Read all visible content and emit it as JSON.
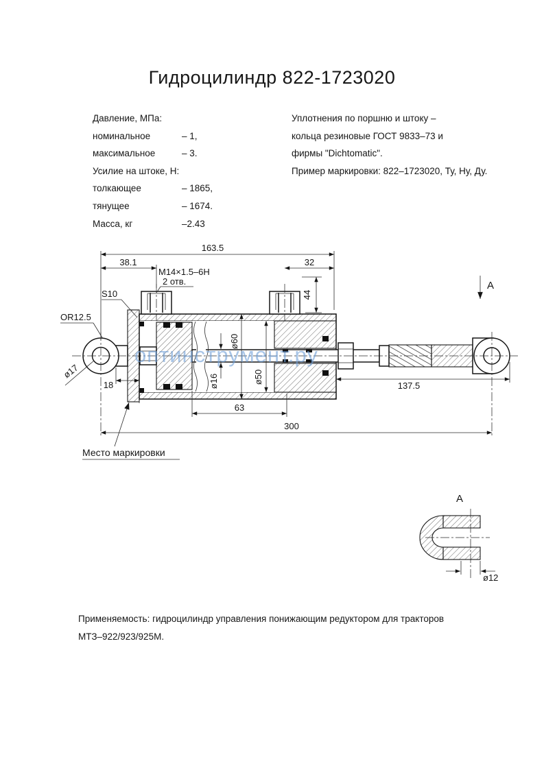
{
  "title": "Гидроцилиндр 822-1723020",
  "specs": {
    "pressure_header": "Давление, МПа:",
    "nominal_label": "номинальное",
    "nominal_value": "– 1,",
    "max_label": "максимальное",
    "max_value": "– 3.",
    "force_header": "Усилие на штоке, Н:",
    "push_label": "толкающее",
    "push_value": "– 1865,",
    "pull_label": "тянущее",
    "pull_value": "– 1674.",
    "mass_label": "Масса, кг",
    "mass_value": "–2.43"
  },
  "notes": {
    "line1": "Уплотнения по поршню и штоку –",
    "line2": "кольца резиновые ГОСТ 9833–73 и",
    "line3": "фирмы \"Dichtomatic\".",
    "line4": "Пример маркировки: 822–1723020, Ту, Ну, Ду."
  },
  "dims": {
    "len163": "163.5",
    "d381": "38.1",
    "thread": "M14×1.5–6H",
    "holes": "2 отв.",
    "d32": "32",
    "d44": "44",
    "s10": "S10",
    "or125": "OR12.5",
    "dia17": "ø17",
    "d18": "18",
    "dia60": "ø60",
    "dia16": "ø16",
    "dia50": "ø50",
    "d63": "63",
    "d1375": "137.5",
    "d300": "300",
    "dia12": "ø12",
    "section_label": "A",
    "marking": "Место маркировки"
  },
  "watermark": "оптинструмент.ру",
  "footer": {
    "line1": "Применяемость: гидроцилиндр управления понижающим редуктором для тракторов",
    "line2": "МТЗ–922/923/925М."
  }
}
